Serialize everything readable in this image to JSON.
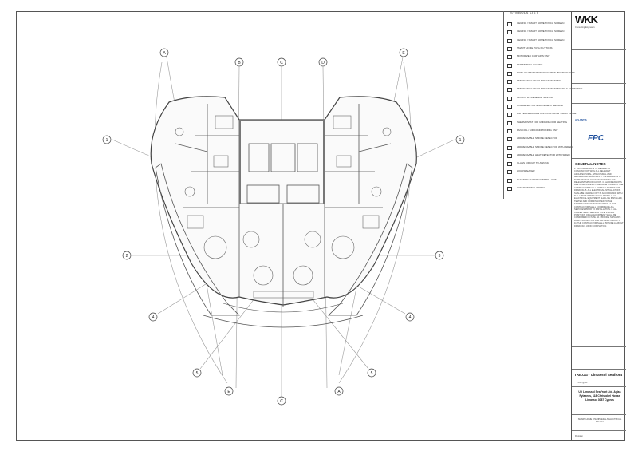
{
  "symbols": {
    "title": "SYMBOLS LIST",
    "items": [
      "CEILING / SMART HOME TOUCH SCREEN",
      "CEILING / SMART HOME TOUCH SCREEN",
      "CEILING / SMART HOME TOUCH SCREEN",
      "SMART HOME PUSH BUTTONS",
      "MOTORIZED CURTAINS UNIT",
      "PERIMETER LIGHTING",
      "EXIT LIGHT MAINTAINED CENTRAL BATTERY TYPE",
      "EMERGENCY LIGHT NON-MAINTAINED",
      "EMERGENCY LIGHT NON-MAINTAINED SELF CONTAINED",
      "MOTION & PRESENCE SENSOR",
      "CO2 DETECTOR & MOVEMENT SENSOR",
      "AIR TEMPERATURE CONTROL FROM SMART HOME",
      "THERMOSTAT FOR UNDERFLOOR HEATING",
      "FAN COIL / AIR CONDITIONING UNIT",
      "ADDRESSABLE SMOKE DETECTOR",
      "ADDRESSABLE SMOKE DETECTOR WITH SIREN",
      "ADDRESSABLE HEAT DETECTOR WITH SIREN",
      "GLASS CIRCUIT TO AWNING",
      "LOUDSPEAKER",
      "ELECTRIC BLINDS CONTROL UNIT",
      "CONVENTIONAL SWITCH"
    ]
  },
  "title_block": {
    "company_logo": "WKK",
    "company_sub": "Consulting Engineers",
    "partner_logo": "FPC",
    "partner_small": "ATLANTIS",
    "notes_title": "GENERAL NOTES",
    "notes": "1. THIS DRAWING IS TO BE READ IN CONJUNCTION WITH ALL RELEVANT ARCHITECTURAL, STRUCTURAL AND MECHANICAL DRAWINGS. 2. THIS DRAWING IS TO BE READ IN CONJUNCTION WITH THE RELEVANT SPECIFICATION. 3. ALL DIMENSIONS ARE IN MM UNLESS OTHERWISE STATED. 4. THE CONTRACTOR SHALL NOT SCALE FROM THIS DRAWING. 5. ALL ELECTRICAL INSTALLATIONS SHALL BE CARRIED OUT IN ACCORDANCE WITH THE LATEST WIRING REGULATIONS. 6. ALL ELECTRICAL EQUIPMENT SHALL BE INSTALLED, TESTED AND COMMISSIONED TO THE SATISFACTION OF THE ENGINEER. 7. THE CONTRACTOR SHALL COORDINATE ALL SERVICES PRIOR TO INSTALLATION. 8. ALL CABLES SHALL BE LSOH TYPE. 9. FINAL POSITIONS OF ALL EQUIPMENT SHALL BE CONFIRMED ON SITE. 10. PROVIDE SEPARATE RCBO PROTECTION FOR ALL FINAL CIRCUITS. 11. THE CONTRACTOR SHALL PROVIDE AS-BUILT DRAWINGS UPON COMPLETION.",
    "project": "TRILOGY Limassol Seafront",
    "client": "Uri Limassol SeaFront Ltd. Agias Fylaxeos, 118 Christobel House Limassol 3087 Cyprus",
    "drawing_title": "SMART HOME / PERIPHERALS ELECTRICAL LAYOUT",
    "revision_label": "Revision",
    "scale": "1:100 @ A1"
  },
  "grid": {
    "A": "A",
    "B": "B",
    "C": "C",
    "D": "D",
    "E": "E",
    "1": "1",
    "2": "2",
    "3": "3",
    "4": "4",
    "5": "5"
  }
}
